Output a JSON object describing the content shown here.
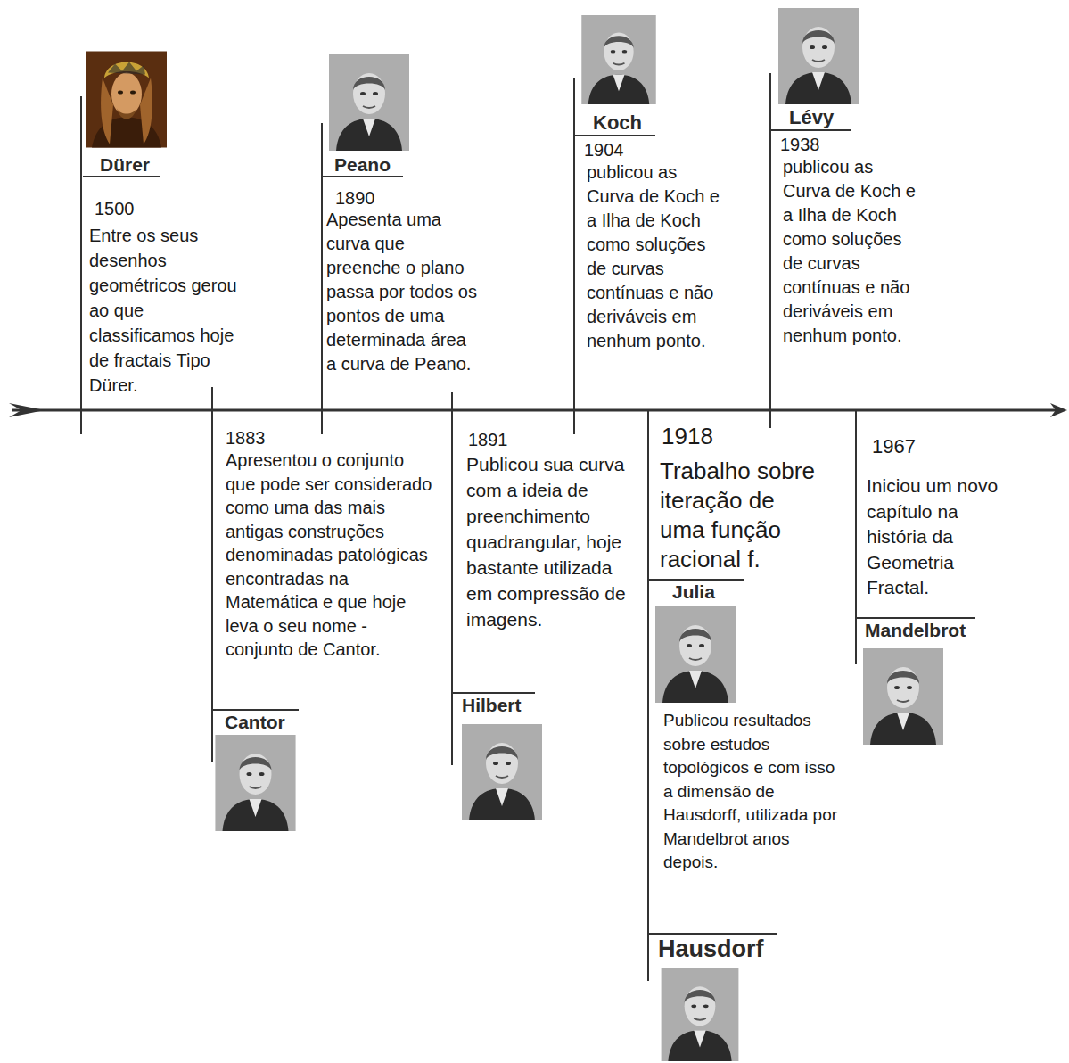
{
  "diagram": {
    "labels": [
      "Dürer",
      "1500",
      "Entre os seus desenhos geométricos gerou ao que classificamos hoje de fractais Tipo Dürer.",
      "Peano",
      "1890",
      "Apesenta uma curva que preenche o plano passa por todos os pontos de uma determinada área a curva de Peano.",
      "Koch",
      "1904",
      "publicou as Curva de Koch e a Ilha de Koch como soluções de curvas contínuas e não deriváveis em nenhum ponto.",
      "Lévy",
      "1938",
      "publicou as Curva de Koch e a Ilha de Koch como soluções de curvas contínuas e não deriváveis em nenhum ponto.",
      "1883",
      "Apresentou o conjunto que pode ser considerado como uma das mais antigas construções denominadas patológicas encontradas na Matemática e que hoje leva o seu nome -conjunto de Cantor.",
      "Cantor",
      "1891",
      "Publicou sua curva com a ideia de preenchimento quadrangular, hoje bastante utilizada em compressão de imagens.",
      "Hilbert",
      "1918",
      "Trabalho sobre iteração de uma função racional f.",
      "Julia",
      "Publicou resultados sobre estudos topológicos e com isso a dimensão de Hausdorff, utilizada por Mandelbrot anos depois.",
      "Hausdorf",
      "1967",
      "Iniciou um novo capítulo na história da Geometria Fractal.",
      "Mandelbrot"
    ]
  }
}
